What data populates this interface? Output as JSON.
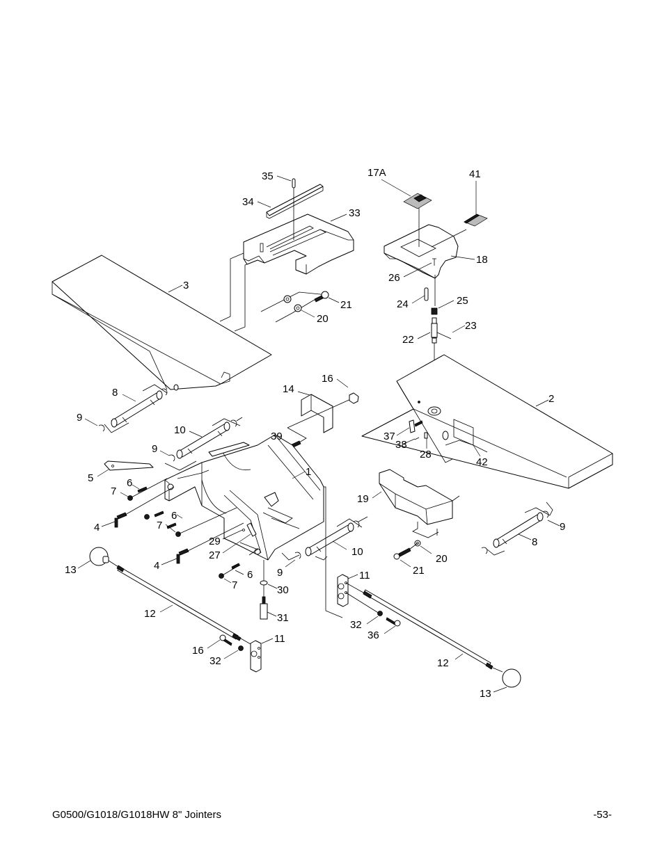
{
  "document": {
    "type": "exploded parts diagram",
    "footer": {
      "title": "G0500/G1018/G1018HW 8\" Jointers",
      "page_number": "-53-"
    }
  },
  "callouts": [
    {
      "id": "c35",
      "label": "35"
    },
    {
      "id": "c34",
      "label": "34"
    },
    {
      "id": "c33",
      "label": "33"
    },
    {
      "id": "c17a",
      "label": "17A"
    },
    {
      "id": "c41",
      "label": "41"
    },
    {
      "id": "c18",
      "label": "18"
    },
    {
      "id": "c26",
      "label": "26"
    },
    {
      "id": "c3",
      "label": "3"
    },
    {
      "id": "c21a",
      "label": "21"
    },
    {
      "id": "c20a",
      "label": "20"
    },
    {
      "id": "c24",
      "label": "24"
    },
    {
      "id": "c25",
      "label": "25"
    },
    {
      "id": "c23",
      "label": "23"
    },
    {
      "id": "c22",
      "label": "22"
    },
    {
      "id": "c16a",
      "label": "16"
    },
    {
      "id": "c14",
      "label": "14"
    },
    {
      "id": "c2",
      "label": "2"
    },
    {
      "id": "c8a",
      "label": "8"
    },
    {
      "id": "c9a",
      "label": "9"
    },
    {
      "id": "c10a",
      "label": "10"
    },
    {
      "id": "c9b",
      "label": "9"
    },
    {
      "id": "c39",
      "label": "39"
    },
    {
      "id": "c37",
      "label": "37"
    },
    {
      "id": "c38",
      "label": "38"
    },
    {
      "id": "c28",
      "label": "28"
    },
    {
      "id": "c42",
      "label": "42"
    },
    {
      "id": "c5",
      "label": "5"
    },
    {
      "id": "c6a",
      "label": "6"
    },
    {
      "id": "c1",
      "label": "1"
    },
    {
      "id": "c7a",
      "label": "7"
    },
    {
      "id": "c19",
      "label": "19"
    },
    {
      "id": "c6b",
      "label": "6"
    },
    {
      "id": "c4a",
      "label": "4"
    },
    {
      "id": "c7b",
      "label": "7"
    },
    {
      "id": "c9c",
      "label": "9"
    },
    {
      "id": "c8b",
      "label": "8"
    },
    {
      "id": "c29",
      "label": "29"
    },
    {
      "id": "c27",
      "label": "27"
    },
    {
      "id": "c10b",
      "label": "10"
    },
    {
      "id": "c20b",
      "label": "20"
    },
    {
      "id": "c13a",
      "label": "13"
    },
    {
      "id": "c4b",
      "label": "4"
    },
    {
      "id": "c9d",
      "label": "9"
    },
    {
      "id": "c6c",
      "label": "6"
    },
    {
      "id": "c21b",
      "label": "21"
    },
    {
      "id": "c11a",
      "label": "11"
    },
    {
      "id": "c7c",
      "label": "7"
    },
    {
      "id": "c30",
      "label": "30"
    },
    {
      "id": "c12a",
      "label": "12"
    },
    {
      "id": "c31",
      "label": "31"
    },
    {
      "id": "c32a",
      "label": "32"
    },
    {
      "id": "c36",
      "label": "36"
    },
    {
      "id": "c11b",
      "label": "11"
    },
    {
      "id": "c16b",
      "label": "16"
    },
    {
      "id": "c32b",
      "label": "32"
    },
    {
      "id": "c12b",
      "label": "12"
    },
    {
      "id": "c13b",
      "label": "13"
    }
  ]
}
